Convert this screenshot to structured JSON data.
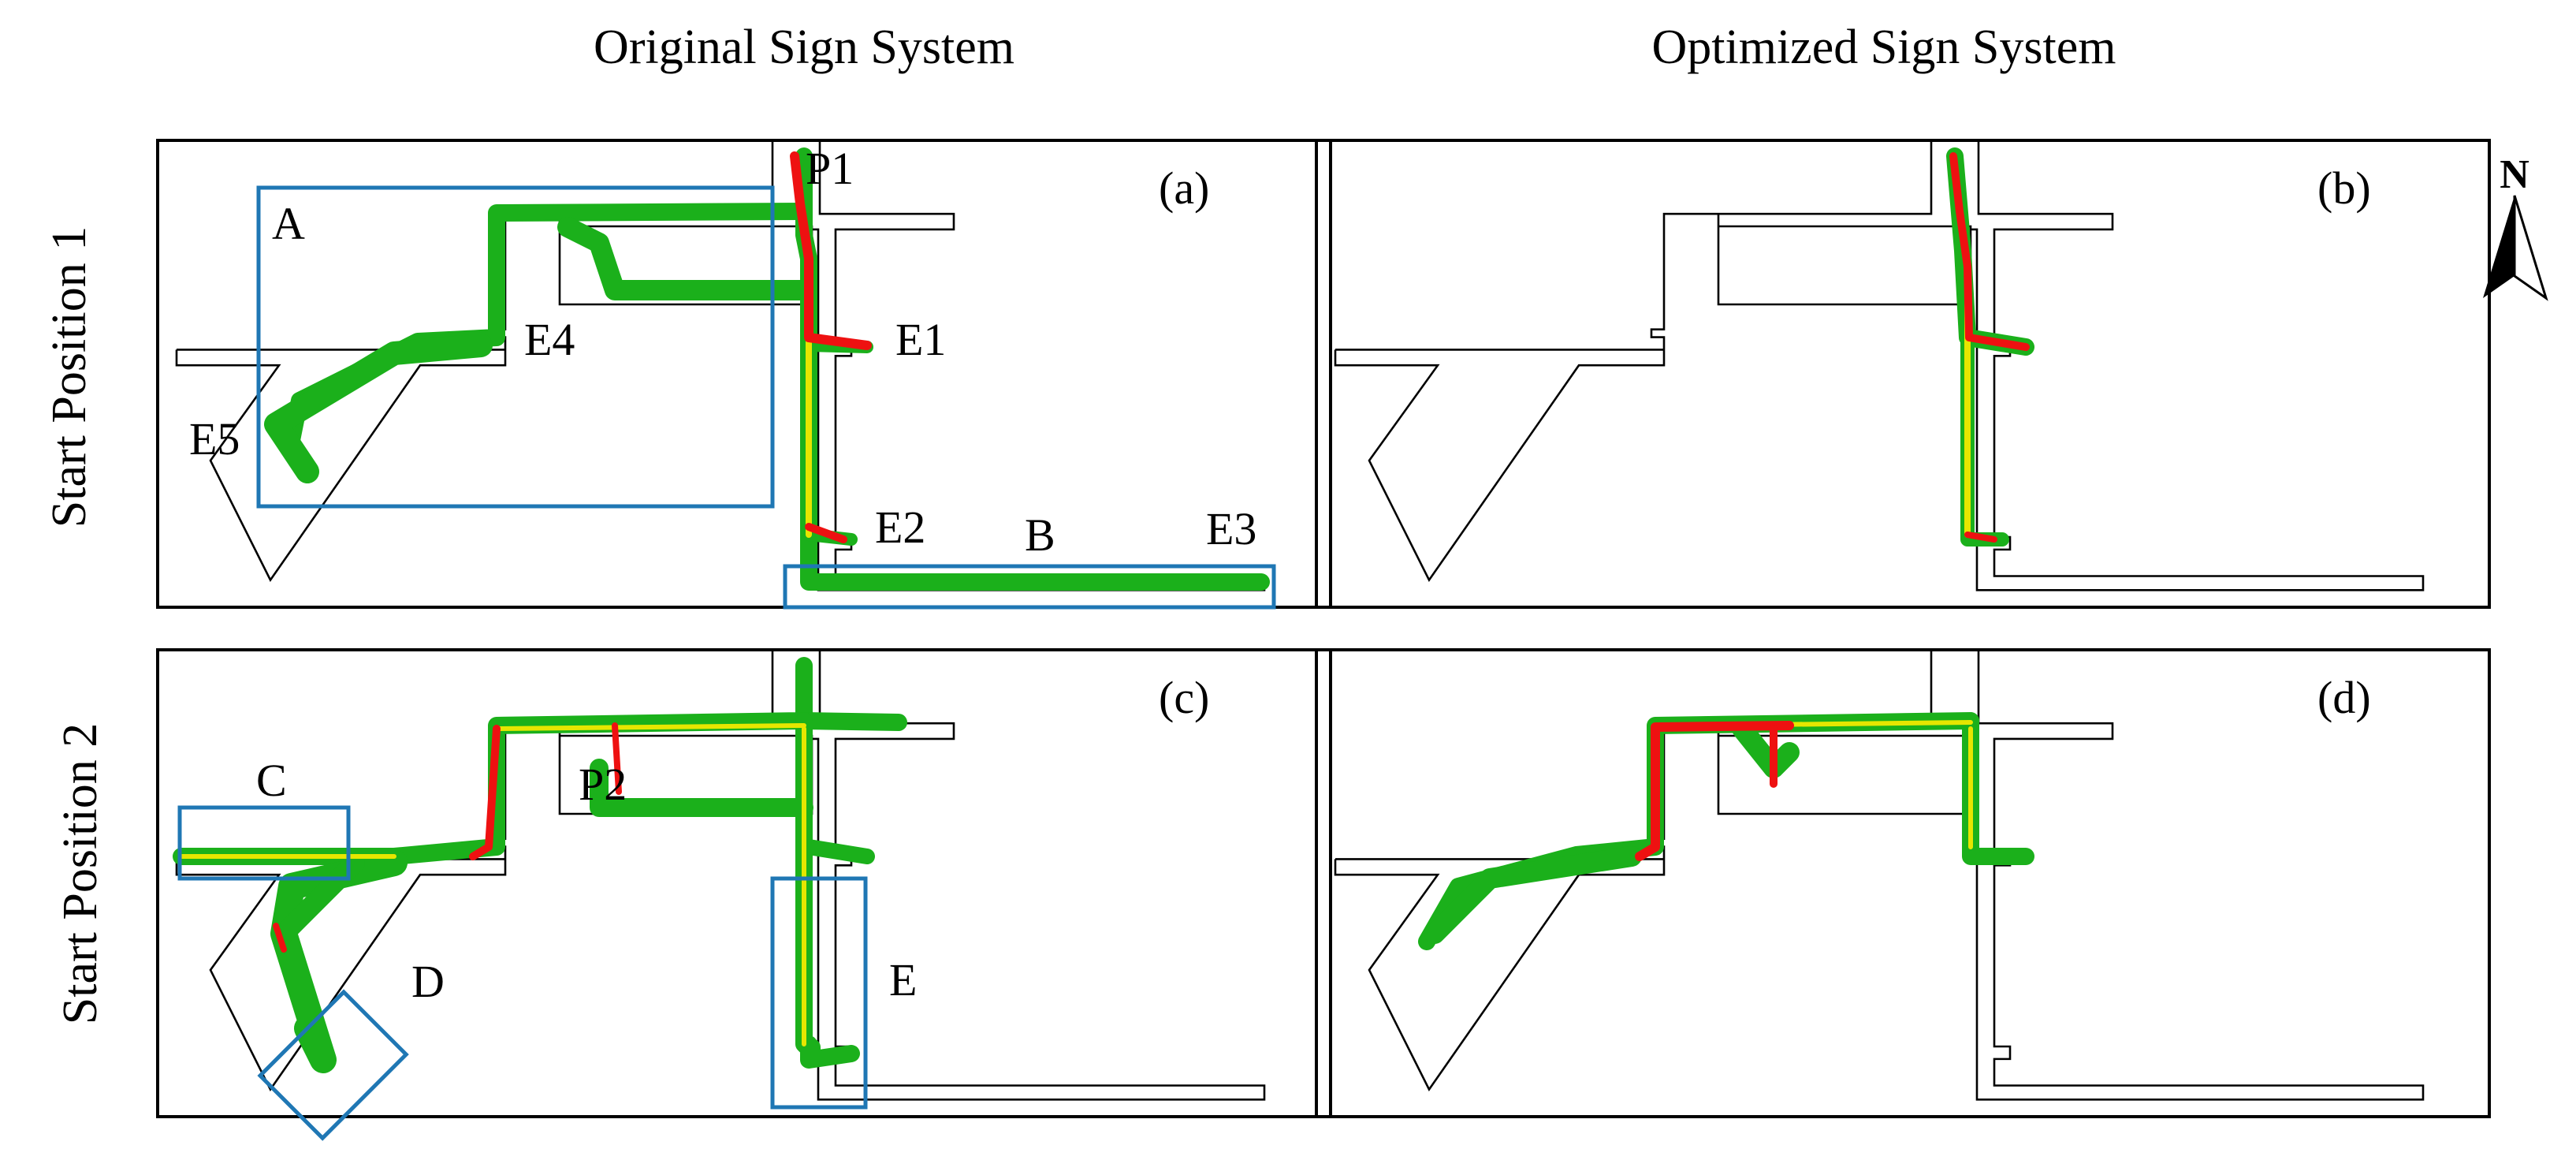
{
  "headers": {
    "col1": "Original  Sign System",
    "col2": "Optimized Sign System",
    "row1": "Start Position 1",
    "row2": "Start Position 2"
  },
  "north": "N",
  "panels": {
    "a": {
      "tag": "(a)",
      "labels": {
        "A": "A",
        "B": "B",
        "P1": "P1",
        "E1": "E1",
        "E2": "E2",
        "E3": "E3",
        "E4": "E4",
        "E5": "E5"
      }
    },
    "b": {
      "tag": "(b)"
    },
    "c": {
      "tag": "(c)",
      "labels": {
        "C": "C",
        "D": "D",
        "E": "E",
        "P2": "P2"
      }
    },
    "d": {
      "tag": "(d)"
    }
  },
  "colors": {
    "heat_low": "#1bb01b",
    "heat_mid": "#e6e600",
    "heat_high": "#ee1111",
    "zone_box": "#1f77b4"
  }
}
